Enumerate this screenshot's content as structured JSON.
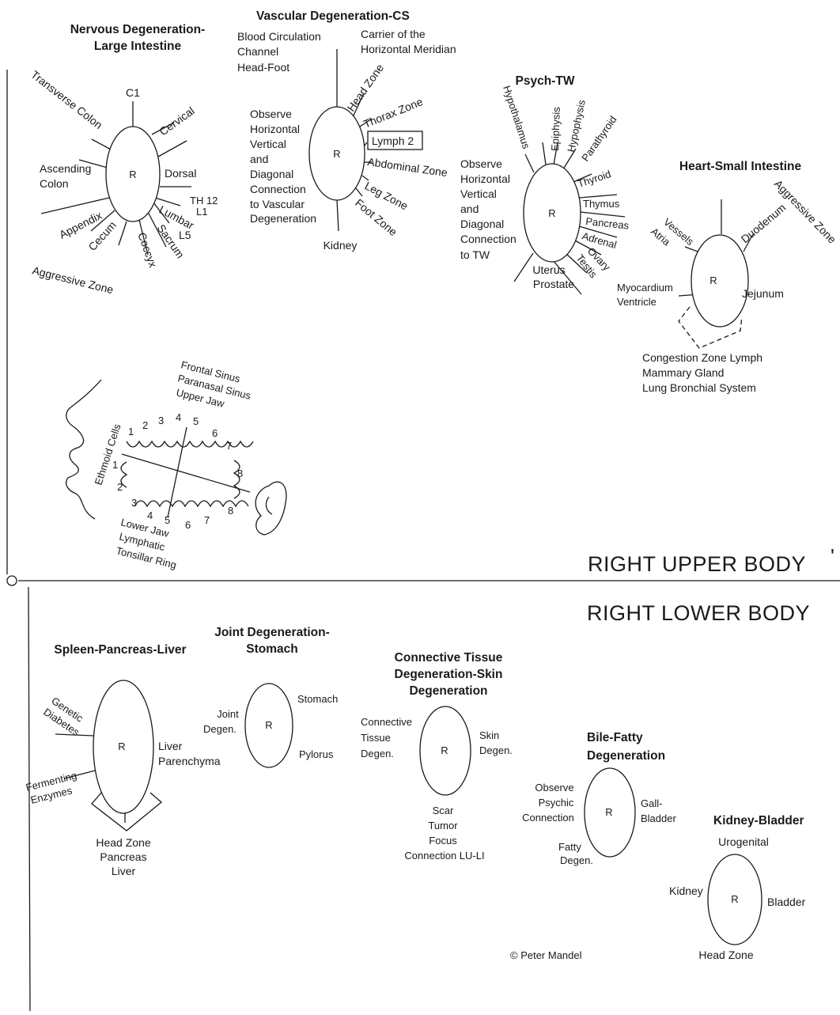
{
  "sections": {
    "upper": "RIGHT UPPER BODY",
    "lower": "RIGHT LOWER BODY",
    "tick_mark": "'"
  },
  "center_label": "R",
  "copyright": "© Peter Mandel",
  "nervous": {
    "title_1": "Nervous Degeneration-",
    "title_2": "Large Intestine",
    "c1": "C1",
    "cervical": "Cervical",
    "transverse_colon": "Transverse Colon",
    "ascending_1": "Ascending",
    "ascending_2": "Colon",
    "dorsal": "Dorsal",
    "th12": "TH 12",
    "l1": "L1",
    "lumbar": "Lumbar",
    "l5": "L5",
    "sacrum": "Sacrum",
    "coccyx": "Coccyx",
    "cecum": "Cecum",
    "appendix": "Appendix",
    "aggressive": "Aggressive Zone"
  },
  "vascular": {
    "title": "Vascular Degeneration-CS",
    "blood_1": "Blood Circulation",
    "blood_2": "Channel",
    "blood_3": "Head-Foot",
    "carrier_1": "Carrier of the",
    "carrier_2": "Horizontal Meridian",
    "observe_1": "Observe",
    "observe_2": "Horizontal",
    "observe_3": "Vertical",
    "observe_4": "and",
    "observe_5": "Diagonal",
    "observe_6": "Connection",
    "observe_7": "to Vascular",
    "observe_8": "Degeneration",
    "head_zone": "Head Zone",
    "thorax_zone": "Thorax Zone",
    "lymph2": "Lymph 2",
    "abdominal_zone": "Abdominal Zone",
    "leg_zone": "Leg Zone",
    "foot_zone": "Foot Zone",
    "kidney": "Kidney"
  },
  "psych": {
    "title": "Psych-TW",
    "observe_1": "Observe",
    "observe_2": "Horizontal",
    "observe_3": "Vertical",
    "observe_4": "and",
    "observe_5": "Diagonal",
    "observe_6": "Connection",
    "observe_7": "to TW",
    "hypothalamus": "Hypothalamus",
    "epiphysis": "Epiphysis",
    "hypophysis": "Hypophysis",
    "parathyroid": "Parathyroid",
    "thyroid": "Thyroid",
    "thymus": "Thymus",
    "pancreas": "Pancreas",
    "adrenal": "Adrenal",
    "ovary": "Ovary",
    "testis": "Testis",
    "uterus": "Uterus",
    "prostate": "Prostate"
  },
  "heart": {
    "title": "Heart-Small Intestine",
    "aggressive": "Aggressive Zone",
    "duodenum": "Duodenum",
    "vessels": "Vessels",
    "atria": "Atria",
    "myocardium": "Myocardium",
    "ventricle": "Ventricle",
    "jejunum": "Jejunum",
    "congestion_1": "Congestion Zone Lymph",
    "congestion_2": "Mammary Gland",
    "congestion_3": "Lung Bronchial System"
  },
  "teeth": {
    "frontal_1": "Frontal Sinus",
    "frontal_2": "Paranasal Sinus",
    "frontal_3": "Upper Jaw",
    "ethmoid": "Ethmoid Cells",
    "lower_1": "Lower Jaw",
    "lower_2": "Lymphatic",
    "lower_3": "Tonsillar Ring",
    "upper_numbers": [
      "1",
      "2",
      "3",
      "4",
      "5",
      "6",
      "7",
      "8"
    ],
    "lower_numbers": [
      "1",
      "2",
      "3",
      "4",
      "5",
      "6",
      "7",
      "8"
    ]
  },
  "spleen": {
    "title": "Spleen-Pancreas-Liver",
    "genetic_1": "Genetic",
    "genetic_2": "Diabetes",
    "liver_1": "Liver",
    "liver_2": "Parenchyma",
    "fermenting_1": "Fermenting",
    "fermenting_2": "Enzymes",
    "head_1": "Head Zone",
    "head_2": "Pancreas",
    "head_3": "Liver"
  },
  "joint": {
    "title_1": "Joint Degeneration-",
    "title_2": "Stomach",
    "joint_1": "Joint",
    "joint_2": "Degen.",
    "stomach": "Stomach",
    "pylorus": "Pylorus"
  },
  "connective": {
    "title_1": "Connective Tissue",
    "title_2": "Degeneration-Skin",
    "title_3": "Degeneration",
    "ct_1": "Connective",
    "ct_2": "Tissue",
    "ct_3": "Degen.",
    "skin_1": "Skin",
    "skin_2": "Degen.",
    "scar_1": "Scar",
    "scar_2": "Tumor",
    "scar_3": "Focus",
    "scar_4": "Connection LU-LI"
  },
  "bile": {
    "title_1": "Bile-Fatty",
    "title_2": "Degeneration",
    "observe_1": "Observe",
    "observe_2": "Psychic",
    "observe_3": "Connection",
    "gall_1": "Gall-",
    "gall_2": "Bladder",
    "fatty_1": "Fatty",
    "fatty_2": "Degen."
  },
  "kidney_bladder": {
    "title": "Kidney-Bladder",
    "urogenital": "Urogenital",
    "kidney": "Kidney",
    "bladder": "Bladder",
    "head_zone": "Head Zone"
  }
}
